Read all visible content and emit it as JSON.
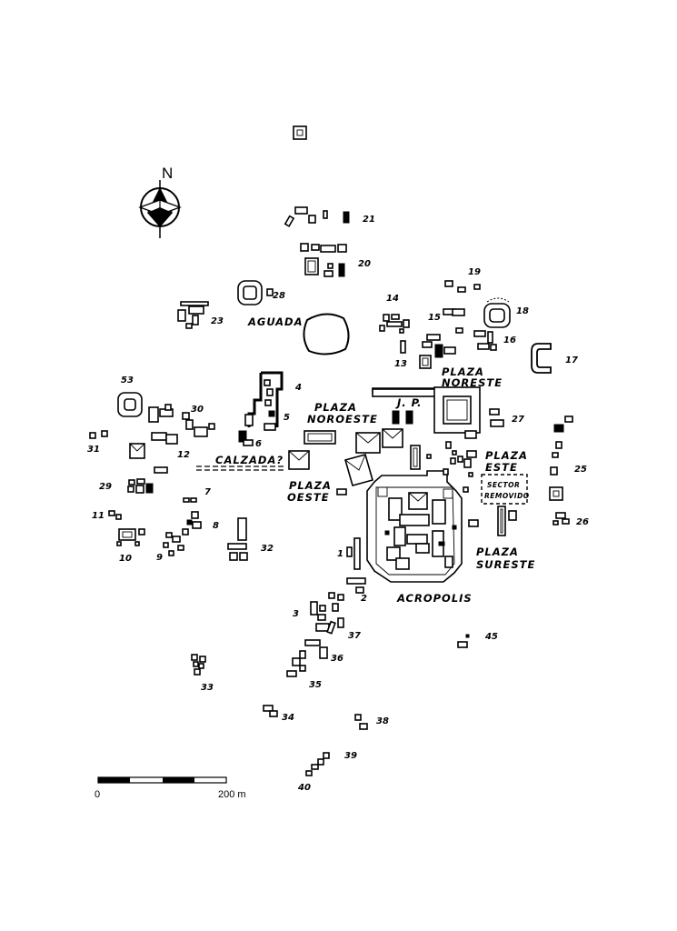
{
  "map": {
    "north_label": "N",
    "zones": {
      "aguada": "AGUADA",
      "plaza_noreste_1": "PLAZA",
      "plaza_noreste_2": "NORESTE",
      "plaza_noroeste_1": "PLAZA",
      "plaza_noroeste_2": "NOROESTE",
      "jp": "J. P.",
      "plaza_este_1": "PLAZA",
      "plaza_este_2": "ESTE",
      "sector_1": "SECTOR",
      "sector_2": "REMOVIDO",
      "calzada": "CALZADA?",
      "plaza_oeste_1": "PLAZA",
      "plaza_oeste_2": "OESTE",
      "plaza_sureste_1": "PLAZA",
      "plaza_sureste_2": "SURESTE",
      "acropolis": "ACROPOLIS"
    },
    "structure_numbers": {
      "n1": "1",
      "n2": "2",
      "n3": "3",
      "n4": "4",
      "n5": "5",
      "n6": "6",
      "n7": "7",
      "n8": "8",
      "n9": "9",
      "n10": "10",
      "n11": "11",
      "n12": "12",
      "n13": "13",
      "n14": "14",
      "n15": "15",
      "n16": "16",
      "n17": "17",
      "n18": "18",
      "n19": "19",
      "n20": "20",
      "n21": "21",
      "n23": "23",
      "n25": "25",
      "n26": "26",
      "n27": "27",
      "n28": "28",
      "n29": "29",
      "n30": "30",
      "n31": "31",
      "n32": "32",
      "n33": "33",
      "n34": "34",
      "n35": "35",
      "n36": "36",
      "n37": "37",
      "n38": "38",
      "n39": "39",
      "n40": "40",
      "n45": "45",
      "n53": "53"
    },
    "scale": {
      "start_label": "0",
      "end_label": "200 m"
    },
    "icons": {
      "north_arrow": "compass-north-arrow"
    }
  }
}
